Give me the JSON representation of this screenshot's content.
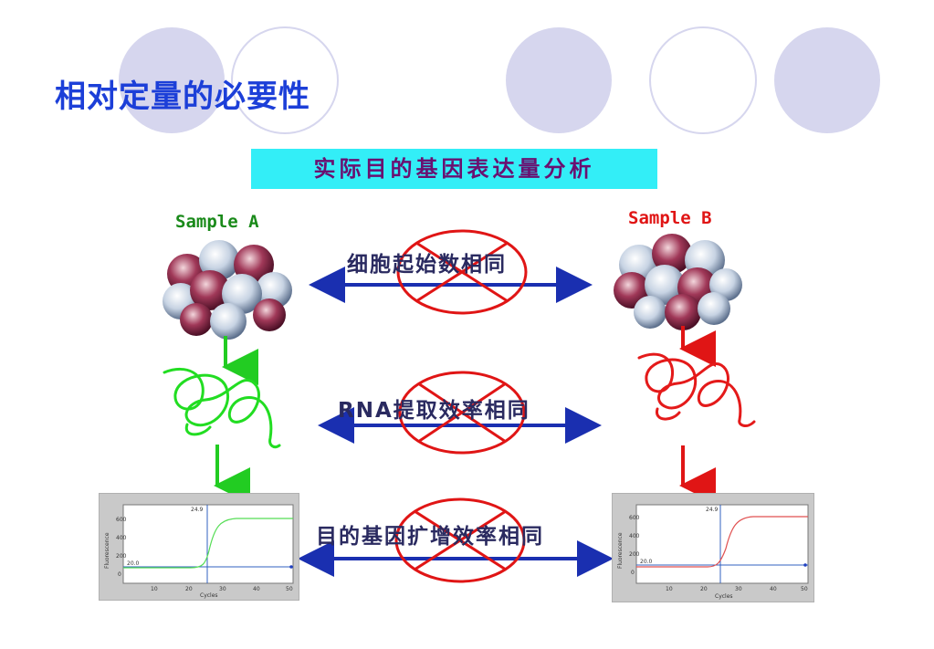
{
  "slide": {
    "title": "相对定量的必要性",
    "banner": "实际目的基因表达量分析",
    "sample_a": "Sample A",
    "sample_b": "Sample B",
    "comparisons": [
      {
        "label": "细胞起始数相同"
      },
      {
        "label": "RNA提取效率相同"
      },
      {
        "label": "目的基因扩增效率相同"
      }
    ]
  },
  "plot": {
    "threshold_label": "20.0",
    "ct_label": "24.9",
    "x_ticks": [
      "10",
      "20",
      "30",
      "40",
      "50"
    ],
    "y_ticks": [
      "600",
      "400",
      "200",
      "0"
    ],
    "x_axis_label": "Cycles",
    "y_axis_label": "Fluorescence"
  },
  "colors": {
    "title": "#1c3fd8",
    "banner_bg": "#33eef7",
    "sample_a": "#1a8a1a",
    "sample_b": "#e01515",
    "arrow": "#1a2fb0",
    "cross": "#e01515",
    "circle_fill": "#d6d6ee"
  }
}
